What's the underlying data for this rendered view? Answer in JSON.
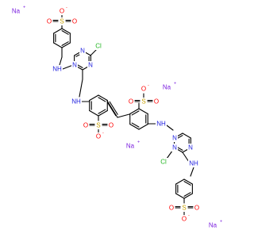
{
  "molecule": {
    "atoms": {
      "Na": "Na",
      "O": "O",
      "S": "S",
      "N": "N",
      "NH": "NH",
      "H": "H",
      "Cl": "Cl"
    },
    "charges": {
      "plus": "+",
      "minus": "-"
    },
    "colors": {
      "bond": "#000000",
      "oxygen": "#ff0000",
      "sulfur": "#c8a000",
      "nitrogen": "#1f1fdf",
      "chlorine": "#1fb51f",
      "sodium": "#7b1fdf"
    }
  }
}
